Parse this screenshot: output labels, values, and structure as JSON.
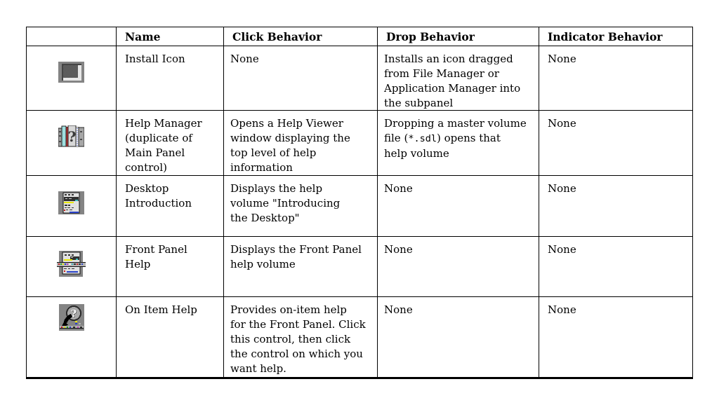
{
  "table": {
    "columns": [
      "",
      "Name",
      "Click Behavior",
      "Drop Behavior",
      "Indicator Behavior"
    ],
    "rows": [
      {
        "icon": "install-icon",
        "name": "Install Icon",
        "click": "None",
        "drop": "Installs an icon dragged\nfrom File Manager or\nApplication Manager into\nthe subpanel",
        "indicator": "None"
      },
      {
        "icon": "help-manager-icon",
        "name": "Help Manager\n(duplicate of\nMain Panel\ncontrol)",
        "click": "Opens a Help Viewer\nwindow displaying the\ntop level of help\ninformation",
        "drop_pre": "Dropping a master volume\nfile (",
        "drop_mono": "*.sdl",
        "drop_post": ") opens that\nhelp volume",
        "indicator": "None"
      },
      {
        "icon": "desktop-introduction-icon",
        "name": "Desktop\nIntroduction",
        "click": "Displays the help\nvolume \"Introducing\nthe Desktop\"",
        "drop": "None",
        "indicator": "None"
      },
      {
        "icon": "front-panel-help-icon",
        "name": "Front Panel\nHelp",
        "click": "Displays the Front Panel\nhelp volume",
        "drop": "None",
        "indicator": "None"
      },
      {
        "icon": "on-item-help-icon",
        "name": "On Item Help",
        "click": "Provides on-item help\nfor the Front Panel. Click\nthis control, then click\nthe control on which you\nwant help.",
        "drop": "None",
        "indicator": "None"
      }
    ]
  },
  "icons": {
    "question_glyph": "?",
    "button_gray": "#848484",
    "panel_yellow": "#e8e800",
    "panel_blue": "#2841c8",
    "panel_red": "#c82020",
    "panel_cyan": "#40c0c0"
  }
}
